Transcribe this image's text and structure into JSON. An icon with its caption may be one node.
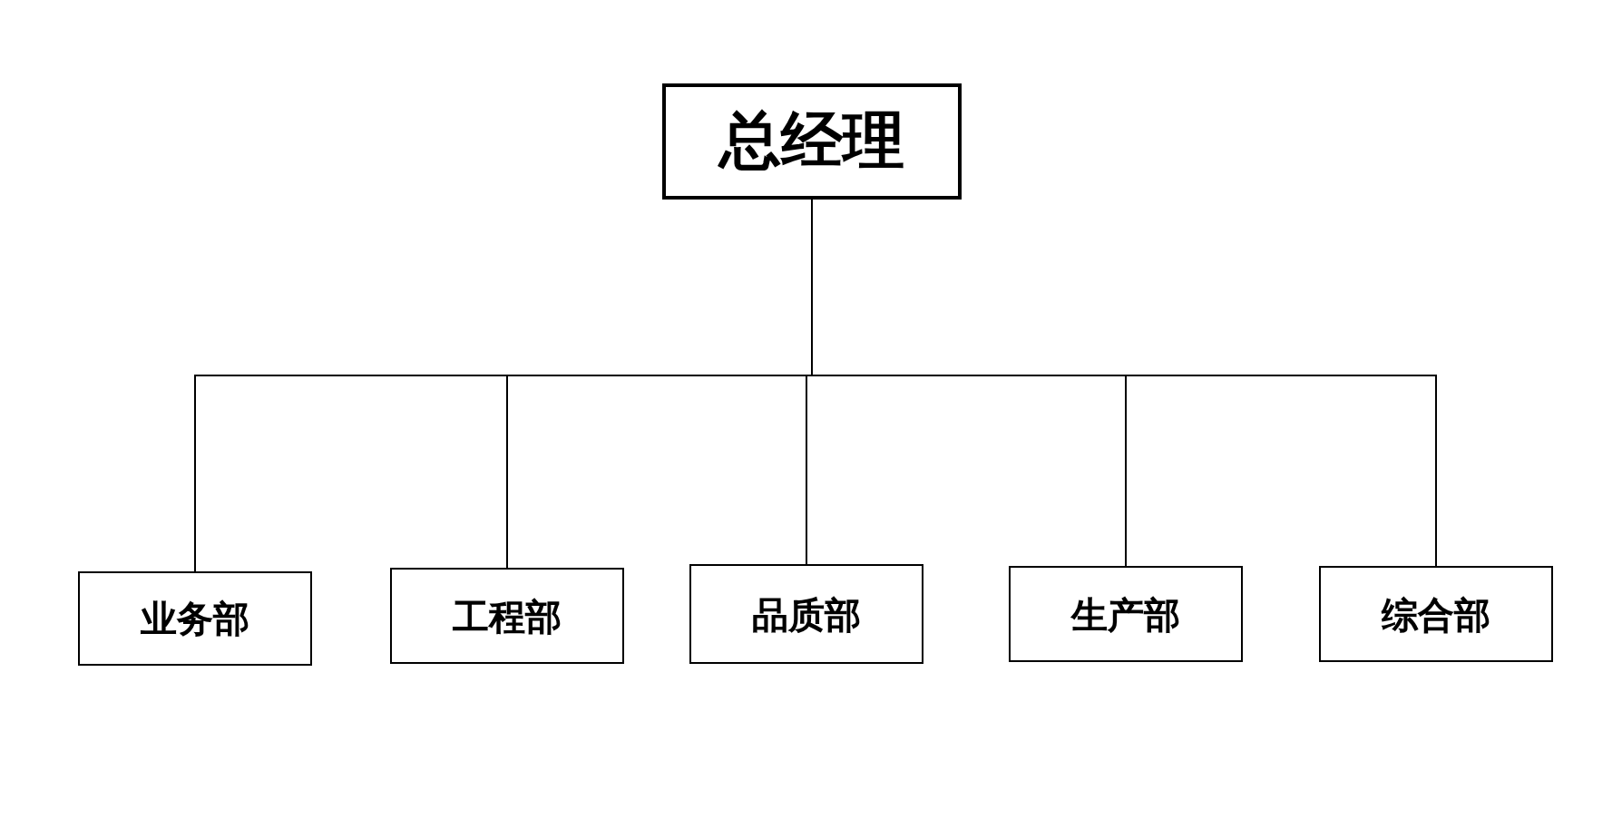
{
  "diagram": {
    "nodes": [
      {
        "text": [
          "总经理"
        ]
      },
      {
        "text": [
          "业务部"
        ]
      },
      {
        "text": [
          "工程部"
        ]
      },
      {
        "text": [
          "品质部"
        ]
      },
      {
        "text": [
          "生产部"
        ]
      },
      {
        "text": [
          "综合部"
        ]
      }
    ],
    "edges": [
      {
        "from": 0,
        "to": 1,
        "arrow": "none"
      },
      {
        "from": 0,
        "to": 2,
        "arrow": "none"
      },
      {
        "from": 0,
        "to": 3,
        "arrow": "none"
      },
      {
        "from": 0,
        "to": 4,
        "arrow": "none"
      },
      {
        "from": 0,
        "to": 5,
        "arrow": "none"
      }
    ]
  }
}
